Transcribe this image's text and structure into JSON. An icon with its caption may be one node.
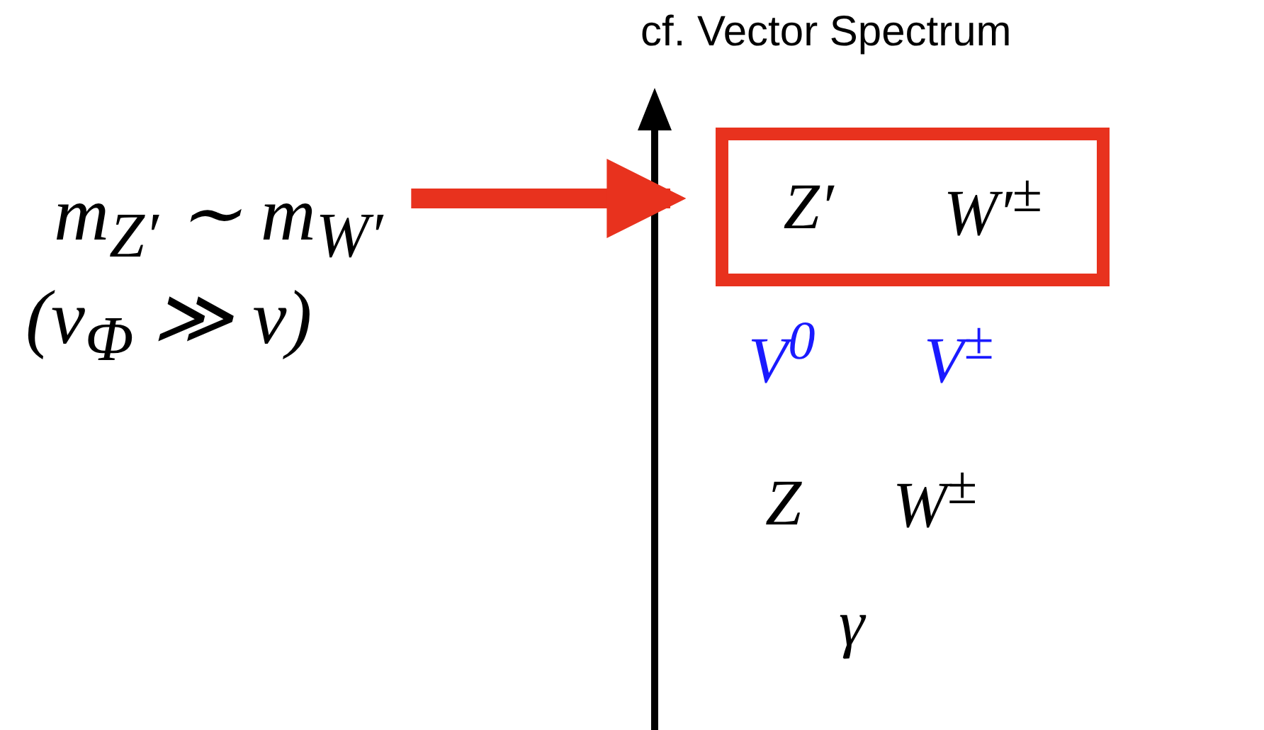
{
  "diagram": {
    "title": "cf. Vector Spectrum",
    "nodes": [
      {
        "text": [
          "m$_{Z′}$ ∼ m$_{W′}$",
          "(v$_{Φ}$ ≫ v)"
        ]
      },
      {
        "text": [
          "Z′",
          "W′$^{±}$"
        ]
      }
    ],
    "edges": [
      {
        "from": 0,
        "to": 1,
        "arrow": "to",
        "color": "#e8321e"
      }
    ],
    "labels": [
      "V$^{0}$",
      "V$^{±}$",
      "Z",
      "W$^{±}$",
      "γ"
    ]
  }
}
